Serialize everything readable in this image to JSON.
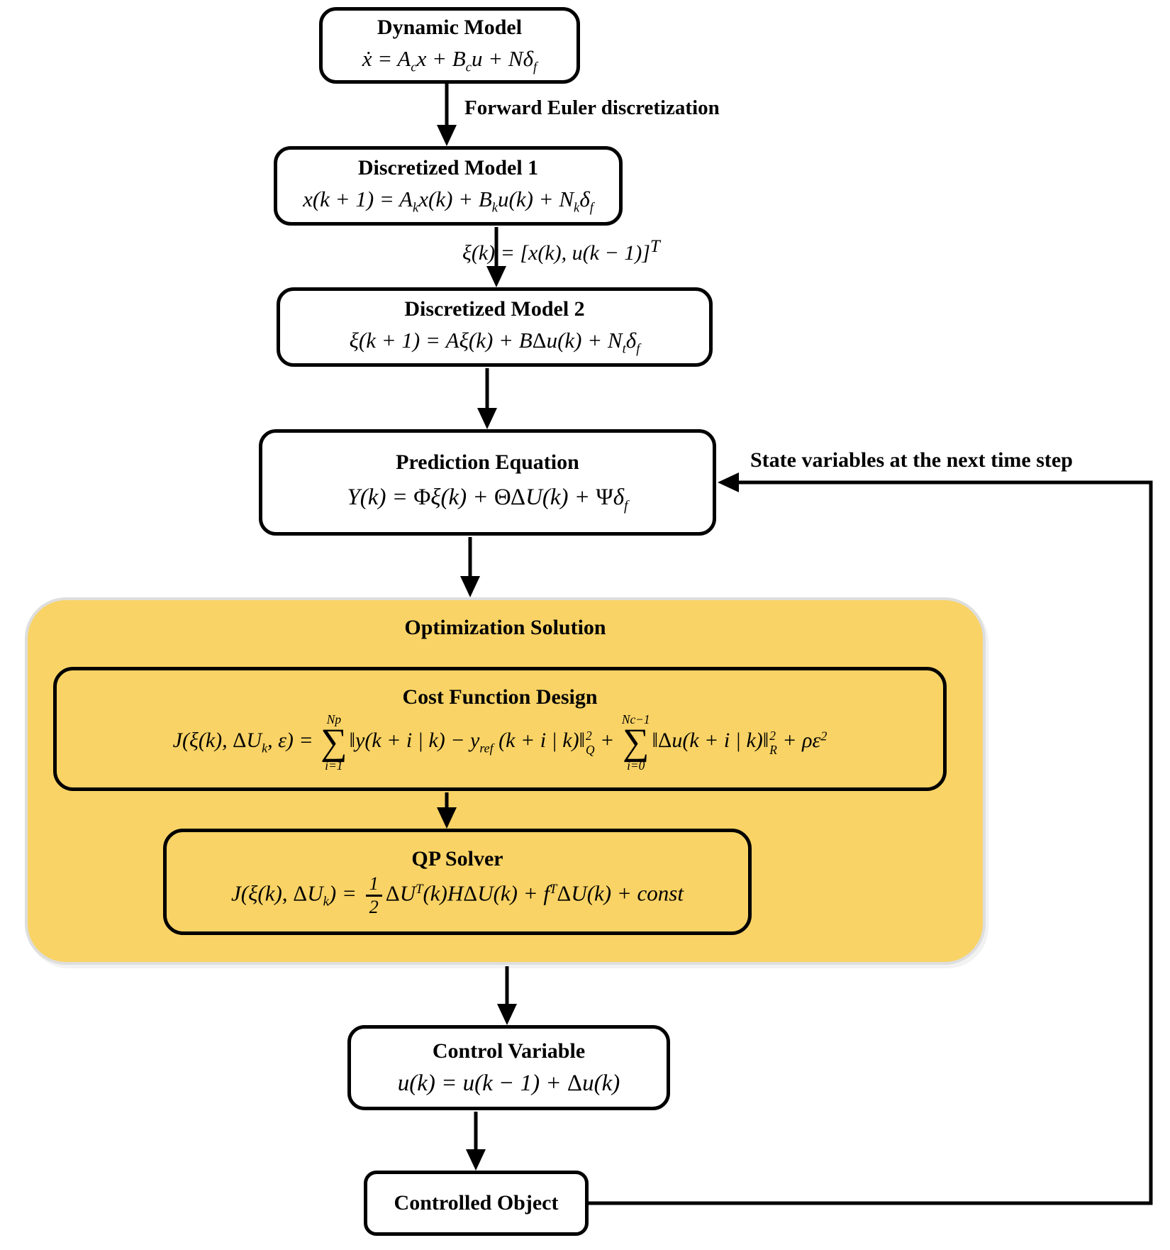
{
  "figure": {
    "nodes": {
      "dynamic_model": {
        "title": "Dynamic Model",
        "equation": "ẋ = A_{c}x + B_{c}u + Nδ_{f}"
      },
      "discretized_model_1": {
        "title": "Discretized Model 1",
        "equation": "x(k + 1) = A_{k}x(k) + B_{k}u(k) + N_{k}δ_{f}"
      },
      "discretized_model_2": {
        "title": "Discretized Model 2",
        "equation": "ξ(k + 1) = Aξ(k) + B\\up{Δ}u(k) + N_{t}δ_{f}"
      },
      "prediction_equation": {
        "title": "Prediction Equation",
        "equation": "Y(k) = \\up{Φ}ξ(k) + \\up{ΘΔ}U(k) + \\up{Ψ}δ_{f}"
      },
      "optimization_solution": {
        "title": "Optimization Solution"
      },
      "cost_function": {
        "title": "Cost Function Design",
        "equation": "J(ξ(k), \\up{Δ}U_{k}, ε) = \\sum{Np}{i=1}‖y(k + i | k) − y_{ref} (k + i | k)‖\\ss{2}{Q} + \\sum{Nc−1}{i=0}‖\\up{Δ}u(k + i | k)‖\\ss{2}{R} + ρε^{2}"
      },
      "qp_solver": {
        "title": "QP Solver",
        "equation": "J(ξ(k), \\up{Δ}U_{k}) = \\frac{1}{2}\\up{Δ}U^{T}(k)H\\up{Δ}U(k) + f^{T}\\up{Δ}U(k) + const"
      },
      "control_variable": {
        "title": "Control Variable",
        "equation": "u(k) = u(k − 1) + \\up{Δ}u(k)"
      },
      "controlled_object": {
        "title": "Controlled Object"
      }
    },
    "labels": {
      "forward_euler": "Forward Euler discretization",
      "state_transform": "ξ(k) = [x(k), u(k − 1)]^{T}",
      "feedback": "State variables at the next time step"
    },
    "colors": {
      "highlight_fill": "#F9D365",
      "highlight_outline": "#DEDEDE",
      "stroke": "#000000"
    }
  }
}
